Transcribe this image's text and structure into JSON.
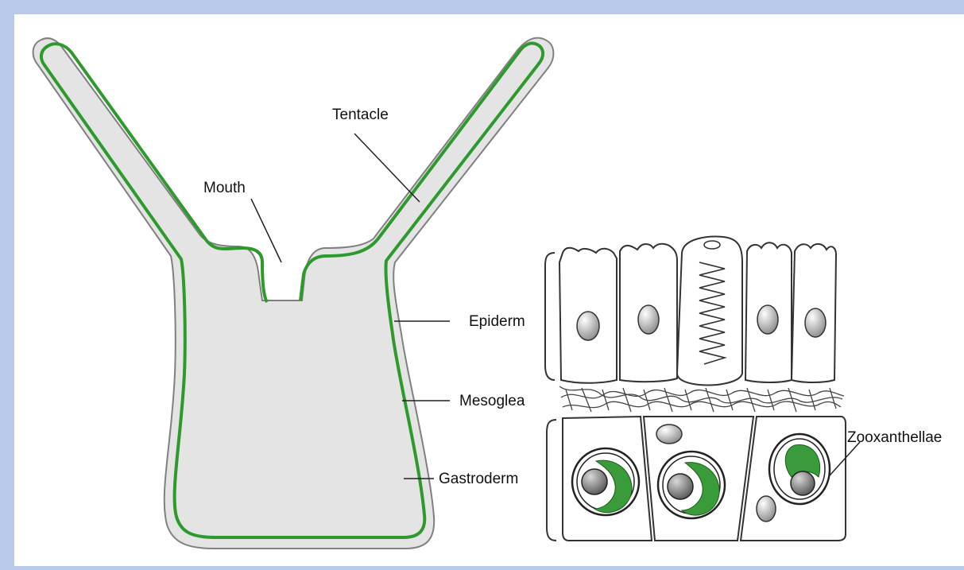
{
  "labels": {
    "tentacle": "Tentacle",
    "mouth": "Mouth",
    "epiderm": "Epiderm",
    "mesoglea": "Mesoglea",
    "gastroderm": "Gastroderm",
    "zooxanthellae": "Zooxanthellae"
  },
  "colors": {
    "background": "#b9c9ea",
    "panel": "#ffffff",
    "body_fill": "#e4e4e4",
    "gastroderm_line": "#2e9a2e",
    "zooxanthellae_fill": "#3a9b3a"
  }
}
